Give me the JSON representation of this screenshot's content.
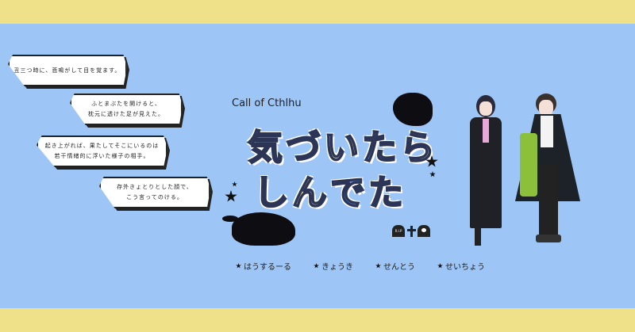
{
  "bubbles": [
    {
      "lines": [
        "丑三つ時に、悲鳴がして目を覚ます。"
      ]
    },
    {
      "lines": [
        "ふとまぶたを開けると、",
        "枕元に透けた足が見えた。"
      ]
    },
    {
      "lines": [
        "起き上がれば、果たしてそこにいるのは",
        "若干情緒的に浮いた様子の相手。"
      ]
    },
    {
      "lines": [
        "存外きょとりとした顔で、",
        "こう言ってのける。"
      ]
    }
  ],
  "subtitle": "Call of Cthlhu",
  "title": {
    "line1": [
      "気",
      "づ",
      "い",
      "た",
      "ら"
    ],
    "line2": [
      "し",
      "ん",
      "で",
      "た"
    ]
  },
  "tags": [
    "はうするーる",
    "きょうき",
    "せんとう",
    "せいちょう"
  ],
  "grave_label": "R.I.P",
  "colors": {
    "background": "#9dc5f6",
    "band": "#efe08a",
    "navy": "#2d3556",
    "yellow": "#f0df80",
    "blue": "#5aa0ee"
  }
}
